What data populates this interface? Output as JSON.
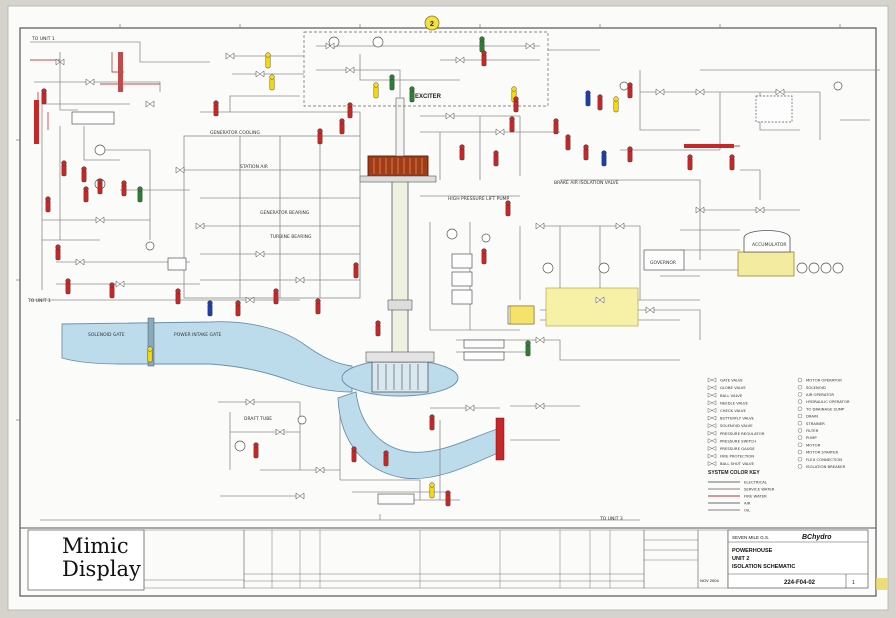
{
  "sheet_marker": "2",
  "exciter": {
    "label": "EXCITER"
  },
  "title_block": {
    "left_label_line1": "Mimic",
    "left_label_line2": "Display",
    "company": "BChydro",
    "project": "SEVEN MILE G.S.",
    "title_line1": "POWERHOUSE",
    "title_line2": "UNIT 2",
    "title_line3": "ISOLATION SCHEMATIC",
    "drawing_number": "224-F04-02",
    "date": "NOV 2004",
    "sheet": "1"
  },
  "labels": {
    "to_unit_1": "TO UNIT 1",
    "to_unit_3": "TO UNIT 3",
    "station_air": "STATION AIR",
    "generator_cooling": "GENERATOR COOLING",
    "generator_bearing": "GENERATOR BEARING",
    "turbine_bearing": "TURBINE BEARING",
    "draft_tube": "DRAFT TUBE",
    "governor": "GOVERNOR",
    "accumulator": "ACCUMULATOR",
    "high_pressure_lift_pump": "HIGH PRESSURE LIFT PUMP",
    "brake_air": "BRAKE AIR ISOLATION VALVE",
    "intake_gate": "SOLENOID GATE",
    "power_intake_gate": "POWER INTAKE GATE",
    "system_color_key": "SYSTEM COLOR KEY"
  },
  "legend": {
    "symbols_col1": [
      "GATE VALVE",
      "GLOBE VALVE",
      "BALL VALVE",
      "NEEDLE VALVE",
      "CHECK VALVE",
      "BUTTERFLY VALVE",
      "SOLENOID VALVE",
      "PRESSURE REGULATOR",
      "PRESSURE SWITCH",
      "PRESSURE GAUGE",
      "FIRE PROTECTION",
      "BALL SHUT VALVE"
    ],
    "symbols_col2": [
      "MOTOR OPERATOR",
      "SOLENOID",
      "AIR OPERATOR",
      "HYDRAULIC OPERATOR",
      "TO DRAINAGE SUMP",
      "DRAIN",
      "STRAINER",
      "FILTER",
      "PUMP",
      "MOTOR",
      "MOTOR STARTER",
      "FLEX CONNECTION",
      "ISOLATION BREAKER"
    ],
    "color_key": [
      {
        "label": "ELECTRICAL",
        "color": "#8a8a8a"
      },
      {
        "label": "SERVICE WATER",
        "color": "#9a9a9a"
      },
      {
        "label": "FIRE WATER",
        "color": "#c45a5a"
      },
      {
        "label": "AIR",
        "color": "#8a8a8a"
      },
      {
        "label": "OIL",
        "color": "#9a9a9a"
      }
    ]
  },
  "colors": {
    "water": "#bcdcec",
    "pipe": "#8d8d8d",
    "fire_pipe": "#c04b4b",
    "tag_red": "#c62828",
    "tag_green": "#2e7d32",
    "tag_yellow": "#f5d90a",
    "tag_blue": "#1e3fa8",
    "generator_red": "#a23b16"
  }
}
